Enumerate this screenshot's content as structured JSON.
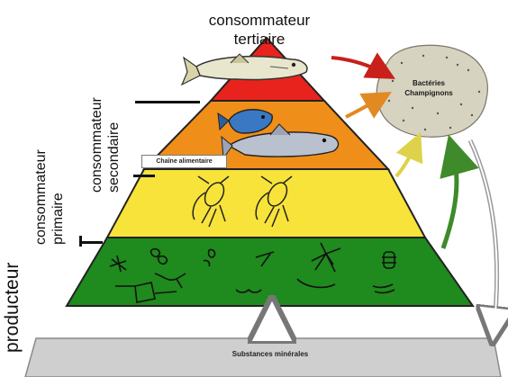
{
  "diagram": {
    "levels": [
      {
        "label_lines": [
          "consommateur",
          "tertiaire"
        ],
        "color": "#e8231e",
        "icon": "pike-fish-icon"
      },
      {
        "label_lines": [
          "consommateur",
          "secondaire"
        ],
        "color": "#f08e1a",
        "icon": "fish-icons"
      },
      {
        "label_lines": [
          "consommateur",
          "primaire"
        ],
        "color": "#f7e33a",
        "icon": "zooplankton-icons"
      },
      {
        "label": "producteur",
        "color": "#1f8a1d",
        "icon": "phytoplankton-icons"
      }
    ],
    "chain_tag": "Chaîne alimentaire",
    "decomposers": {
      "lines": [
        "Bactéries",
        "Champignons"
      ],
      "color": "#d7d3c1"
    },
    "minerals": {
      "label": "Substances minérales",
      "color": "#cfcfcf"
    },
    "arrow_colors": {
      "red": "#c8201a",
      "orange": "#e28a22",
      "yellow": "#ddd24a",
      "green": "#3f8a2a",
      "grey": "#9a9a9a"
    }
  }
}
